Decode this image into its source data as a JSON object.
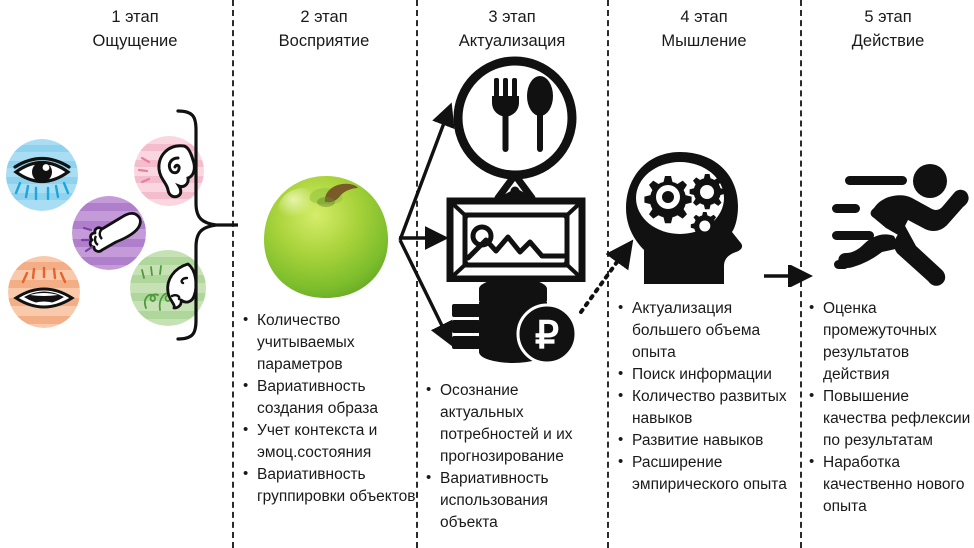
{
  "diagram": {
    "title_row": [
      {
        "stage": "1 этап",
        "name": "Ощущение"
      },
      {
        "stage": "2 этап",
        "name": "Восприятие"
      },
      {
        "stage": "3 этап",
        "name": "Актуализация"
      },
      {
        "stage": "4 этап",
        "name": "Мышление"
      },
      {
        "stage": "5 этап",
        "name": "Действие"
      }
    ],
    "columns": [
      {
        "id": "col-1-sensation",
        "bullets": [],
        "icons": [
          {
            "name": "eye-icon",
            "label": "Зрение",
            "color": "#9BD9F2"
          },
          {
            "name": "ear-icon",
            "label": "Слух",
            "color": "#F6C6D4"
          },
          {
            "name": "hand-icon",
            "label": "Осязание",
            "color": "#B98FD0"
          },
          {
            "name": "mouth-icon",
            "label": "Вкус",
            "color": "#F5B795"
          },
          {
            "name": "nose-icon",
            "label": "Обоняние",
            "color": "#B9DCA9"
          }
        ]
      },
      {
        "id": "col-2-perception",
        "icons": [
          {
            "name": "green-apple-image",
            "label": "Зелёное яблоко"
          }
        ],
        "bullets": [
          "Количество учитываемых параметров",
          "Вариативность создания образа",
          "Учет контекста и эмоц.состояния",
          "Вариативность группировки объектов"
        ]
      },
      {
        "id": "col-3-actualization",
        "icons": [
          {
            "name": "plate-fork-spoon-icon",
            "label": "Еда"
          },
          {
            "name": "picture-frame-icon",
            "label": "Картина"
          },
          {
            "name": "coins-ruble-icon",
            "label": "Деньги"
          }
        ],
        "bullets": [
          "Осознание актуальных потребностей и их прогнозирование",
          "Вариативность использования объекта"
        ]
      },
      {
        "id": "col-4-thinking",
        "icons": [
          {
            "name": "head-gears-icon",
            "label": "Мышление"
          }
        ],
        "bullets": [
          "Актуализация большего объема опыта",
          "Поиск информации",
          "Количество развитых навыков",
          "Развитие навыков",
          "Расширение эмпирического опыта"
        ]
      },
      {
        "id": "col-5-action",
        "icons": [
          {
            "name": "running-person-icon",
            "label": "Действие"
          }
        ],
        "bullets": [
          "Оценка промежуточных результатов действия",
          "Повышение качества рефлексии по результатам",
          "Наработка качественно нового опыта"
        ]
      }
    ],
    "connectors": [
      {
        "name": "brace-senses-to-apple",
        "style": "curly-brace"
      },
      {
        "name": "arrow-apple-to-plate",
        "style": "solid-arrow"
      },
      {
        "name": "arrow-apple-to-frame",
        "style": "solid-arrow"
      },
      {
        "name": "arrow-apple-to-coins",
        "style": "solid-arrow"
      },
      {
        "name": "arrow-coins-to-head",
        "style": "dotted-arrow"
      },
      {
        "name": "arrow-head-to-runner",
        "style": "solid-arrow"
      }
    ],
    "colors": {
      "ink": "#1a1a1a",
      "divider": "#2b2b2b",
      "apple_green": "#8CC63F",
      "background": "#ffffff"
    }
  }
}
